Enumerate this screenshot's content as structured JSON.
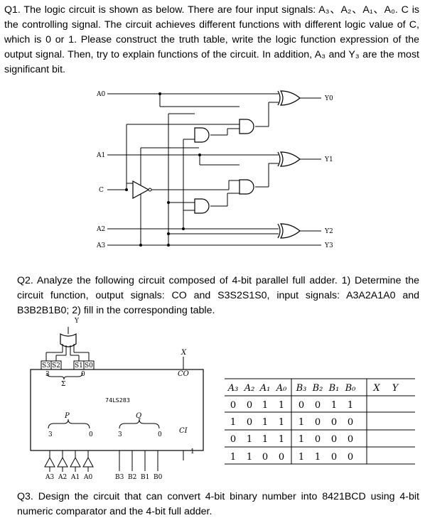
{
  "questions": {
    "q1": "Q1. The logic circuit is shown as below. There are four input signals: A₃、A₂、A₁、A₀. C is the controlling signal. The circuit achieves different functions with different logic value of C, which is 0 or 1. Please construct the truth table, write the logic function expression of the output signal. Then, try to explain functions of the circuit. In addition, A₃ and Y₃ are the most significant bit.",
    "q2": "Q2. Analyze the following circuit composed of 4-bit parallel full adder. 1) Determine the circuit function, output signals: CO and S3S2S1S0, input signals: A3A2A1A0 and B3B2B1B0; 2) fill in the corresponding table.",
    "q3": "Q3. Design the circuit that can convert 4-bit binary number into 8421BCD using 4-bit numeric comparator and the 4-bit full adder."
  },
  "circuit1": {
    "inputs": [
      "A0",
      "A1",
      "C",
      "A2",
      "A3"
    ],
    "outputs": [
      "Y0",
      "Y1",
      "Y2",
      "Y3"
    ]
  },
  "circuit2": {
    "chip_name": "74LS283",
    "top_pins": [
      "S3",
      "S2",
      "S1",
      "S0"
    ],
    "top_marks": [
      "3",
      "0"
    ],
    "sigma": "Σ",
    "p_label": "P",
    "q_label": "Q",
    "y_label": "Y",
    "x_label": "X",
    "co_label": "CO",
    "ci_label": "CI",
    "ci_value": "1",
    "a_marks": [
      "3",
      "0"
    ],
    "b_marks": [
      "3",
      "0"
    ],
    "a_pins": [
      "A3",
      "A2",
      "A1",
      "A0"
    ],
    "b_pins": [
      "B3",
      "B2",
      "B1",
      "B0"
    ]
  },
  "table": {
    "headers": [
      "A₃",
      "A₂",
      "A₁",
      "A₀",
      "B₃",
      "B₂",
      "B₁",
      "B₀",
      "X",
      "Y"
    ],
    "rows": [
      [
        "0",
        "0",
        "1",
        "1",
        "0",
        "0",
        "1",
        "1",
        "",
        ""
      ],
      [
        "1",
        "0",
        "1",
        "1",
        "1",
        "0",
        "0",
        "0",
        "",
        ""
      ],
      [
        "0",
        "1",
        "1",
        "1",
        "1",
        "0",
        "0",
        "0",
        "",
        ""
      ],
      [
        "1",
        "1",
        "0",
        "0",
        "1",
        "1",
        "0",
        "0",
        "",
        ""
      ]
    ]
  }
}
